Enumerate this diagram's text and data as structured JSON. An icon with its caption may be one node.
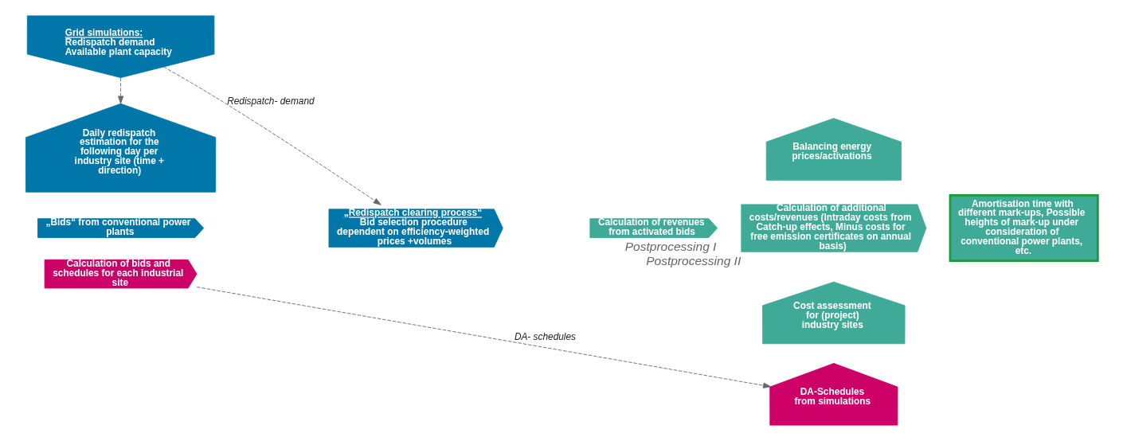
{
  "diagram": {
    "nodes": [
      {
        "text": [
          "Grid simulations:",
          "Redispatch demand",
          "Available plant capacity"
        ]
      },
      {
        "text": [
          "„Bids“ from conventional power plants"
        ]
      },
      {
        "text": [
          "Calculation of bids and schedules for each industrial site"
        ]
      },
      {
        "text": [
          "Daily redispatch estimation for the following day per industry site (time + direction)"
        ]
      },
      {
        "text": [
          "„Redispatch clearing process“",
          "Bid selection procedure dependent on efficiency-weighted prices +volumes"
        ]
      },
      {
        "text": [
          "Calculation of revenues from activated bids"
        ],
        "beside": [
          "Postprocessing I"
        ]
      },
      {
        "text": [
          "Calculation of additional costs/revenues (Intraday costs from Catch-up effects, Minus costs for free emission certificates on annual basis)"
        ],
        "beside": [
          "Postprocessing II"
        ]
      },
      {
        "text": [
          "Amortisation time with different mark-ups, Possible heights of mark-up under consideration of conventional power plants, etc."
        ]
      },
      {
        "text": [
          "DA-Schedules from simulations"
        ]
      },
      {
        "text": [
          "Cost assessment for (project) industry sites"
        ]
      },
      {
        "text": [
          "Balancing energy prices/activations"
        ]
      }
    ],
    "edges": [
      {
        "from": 0,
        "to": 4,
        "arrow": "to",
        "label": "Redispatch- demand",
        "style": "dashed"
      },
      {
        "from": 0,
        "to": 3,
        "arrow": "to",
        "style": "dashed"
      },
      {
        "from": 2,
        "to": 8,
        "arrow": "to",
        "label": "DA- schedules",
        "style": "dashed"
      }
    ]
  }
}
